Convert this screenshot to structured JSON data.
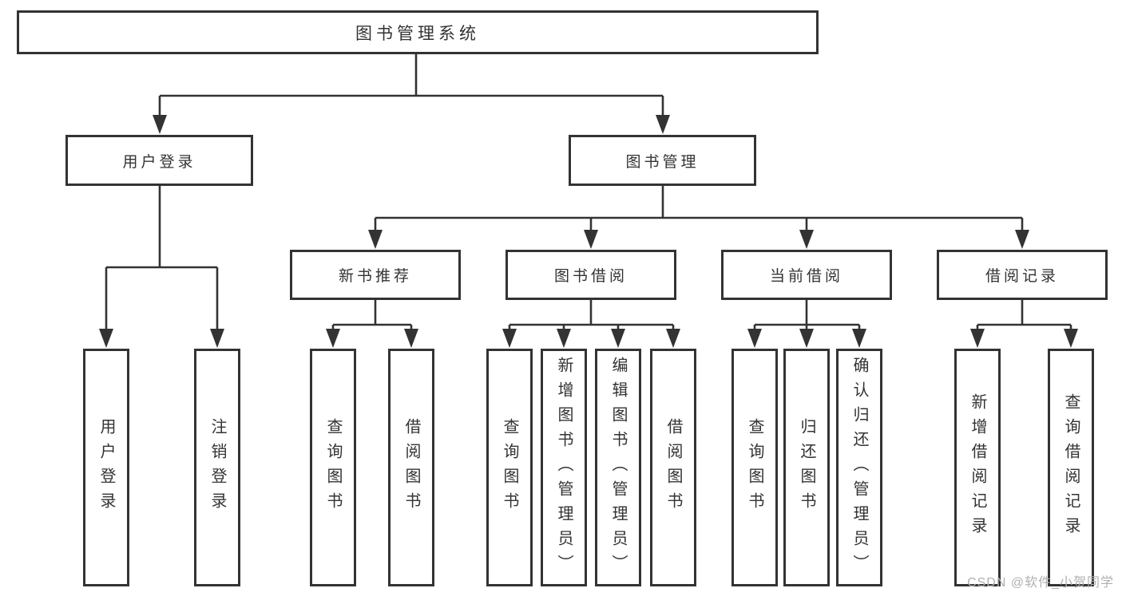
{
  "diagram_type": "hierarchy-tree",
  "colors": {
    "line": "#333333",
    "box_border": "#333333",
    "text": "#333333",
    "background": "#ffffff",
    "watermark_text": "#b0b0b0"
  },
  "tree": {
    "label": "图书管理系统",
    "children": [
      {
        "label": "用户登录",
        "children": [
          {
            "label": "用户登录"
          },
          {
            "label": "注销登录"
          }
        ]
      },
      {
        "label": "图书管理",
        "children": [
          {
            "label": "新书推荐",
            "children": [
              {
                "label": "查询图书"
              },
              {
                "label": "借阅图书"
              }
            ]
          },
          {
            "label": "图书借阅",
            "children": [
              {
                "label": "查询图书"
              },
              {
                "label": "新增图书（管理员）"
              },
              {
                "label": "编辑图书（管理员）"
              },
              {
                "label": "借阅图书"
              }
            ]
          },
          {
            "label": "当前借阅",
            "children": [
              {
                "label": "查询图书"
              },
              {
                "label": "归还图书"
              },
              {
                "label": "确认归还（管理员）"
              }
            ]
          },
          {
            "label": "借阅记录",
            "children": [
              {
                "label": "新增借阅记录"
              },
              {
                "label": "查询借阅记录"
              }
            ]
          }
        ]
      }
    ]
  },
  "watermark": "CSDN @软件_小贺同学"
}
